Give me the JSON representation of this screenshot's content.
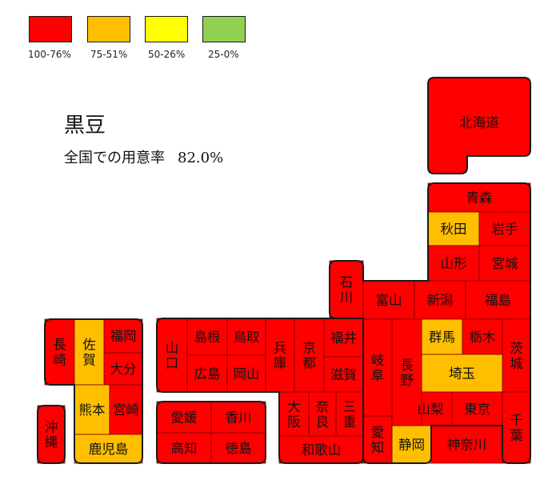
{
  "legend": [
    {
      "label": "100-76%",
      "color": "#ff0000"
    },
    {
      "label": "75-51%",
      "color": "#ffbf00"
    },
    {
      "label": "50-26%",
      "color": "#ffff00"
    },
    {
      "label": "25-0%",
      "color": "#92d050"
    }
  ],
  "title": "黒豆",
  "subtitle": {
    "label": "全国での用意率",
    "value": "82.0%"
  },
  "colors": {
    "high": "#ff0000",
    "mid": "#ffbf00",
    "border": "#1a1a1a",
    "cell_line": "#7a0000"
  },
  "prefectures": [
    {
      "id": "hokkaido",
      "name": "北海道",
      "band": "high"
    },
    {
      "id": "aomori",
      "name": "青森",
      "band": "high"
    },
    {
      "id": "akita",
      "name": "秋田",
      "band": "mid"
    },
    {
      "id": "iwate",
      "name": "岩手",
      "band": "high"
    },
    {
      "id": "yamagata",
      "name": "山形",
      "band": "high"
    },
    {
      "id": "miyagi",
      "name": "宮城",
      "band": "high"
    },
    {
      "id": "ishikawa",
      "name": "石川",
      "band": "high"
    },
    {
      "id": "toyama",
      "name": "富山",
      "band": "high"
    },
    {
      "id": "niigata",
      "name": "新潟",
      "band": "high"
    },
    {
      "id": "fukushima",
      "name": "福島",
      "band": "high"
    },
    {
      "id": "gunma",
      "name": "群馬",
      "band": "mid"
    },
    {
      "id": "tochigi",
      "name": "栃木",
      "band": "high"
    },
    {
      "id": "ibaraki",
      "name": "茨城",
      "band": "high"
    },
    {
      "id": "saitama",
      "name": "埼玉",
      "band": "mid"
    },
    {
      "id": "chiba",
      "name": "千葉",
      "band": "high"
    },
    {
      "id": "tokyo",
      "name": "東京",
      "band": "high"
    },
    {
      "id": "yamanashi",
      "name": "山梨",
      "band": "high"
    },
    {
      "id": "kanagawa",
      "name": "神奈川",
      "band": "high"
    },
    {
      "id": "shizuoka",
      "name": "静岡",
      "band": "mid"
    },
    {
      "id": "aichi",
      "name": "愛知",
      "band": "high"
    },
    {
      "id": "nagano",
      "name": "長野",
      "band": "high"
    },
    {
      "id": "gifu",
      "name": "岐阜",
      "band": "high"
    },
    {
      "id": "fukui",
      "name": "福井",
      "band": "high"
    },
    {
      "id": "shiga",
      "name": "滋賀",
      "band": "high"
    },
    {
      "id": "kyoto",
      "name": "京都",
      "band": "high"
    },
    {
      "id": "mie",
      "name": "三重",
      "band": "high"
    },
    {
      "id": "nara",
      "name": "奈良",
      "band": "high"
    },
    {
      "id": "osaka",
      "name": "大阪",
      "band": "high"
    },
    {
      "id": "wakayama",
      "name": "和歌山",
      "band": "high"
    },
    {
      "id": "hyogo",
      "name": "兵庫",
      "band": "high"
    },
    {
      "id": "tottori",
      "name": "鳥取",
      "band": "high"
    },
    {
      "id": "okayama",
      "name": "岡山",
      "band": "high"
    },
    {
      "id": "shimane",
      "name": "島根",
      "band": "high"
    },
    {
      "id": "hiroshima",
      "name": "広島",
      "band": "high"
    },
    {
      "id": "yamaguchi",
      "name": "山口",
      "band": "high"
    },
    {
      "id": "ehime",
      "name": "愛媛",
      "band": "high"
    },
    {
      "id": "kagawa",
      "name": "香川",
      "band": "high"
    },
    {
      "id": "kochi",
      "name": "高知",
      "band": "high"
    },
    {
      "id": "tokushima",
      "name": "徳島",
      "band": "high"
    },
    {
      "id": "nagasaki",
      "name": "長崎",
      "band": "high"
    },
    {
      "id": "saga",
      "name": "佐賀",
      "band": "mid"
    },
    {
      "id": "fukuoka",
      "name": "福岡",
      "band": "high"
    },
    {
      "id": "oita",
      "name": "大分",
      "band": "high"
    },
    {
      "id": "kumamoto",
      "name": "熊本",
      "band": "mid"
    },
    {
      "id": "miyazaki",
      "name": "宮崎",
      "band": "high"
    },
    {
      "id": "kagoshima",
      "name": "鹿児島",
      "band": "mid"
    },
    {
      "id": "okinawa",
      "name": "沖縄",
      "band": "high"
    }
  ]
}
